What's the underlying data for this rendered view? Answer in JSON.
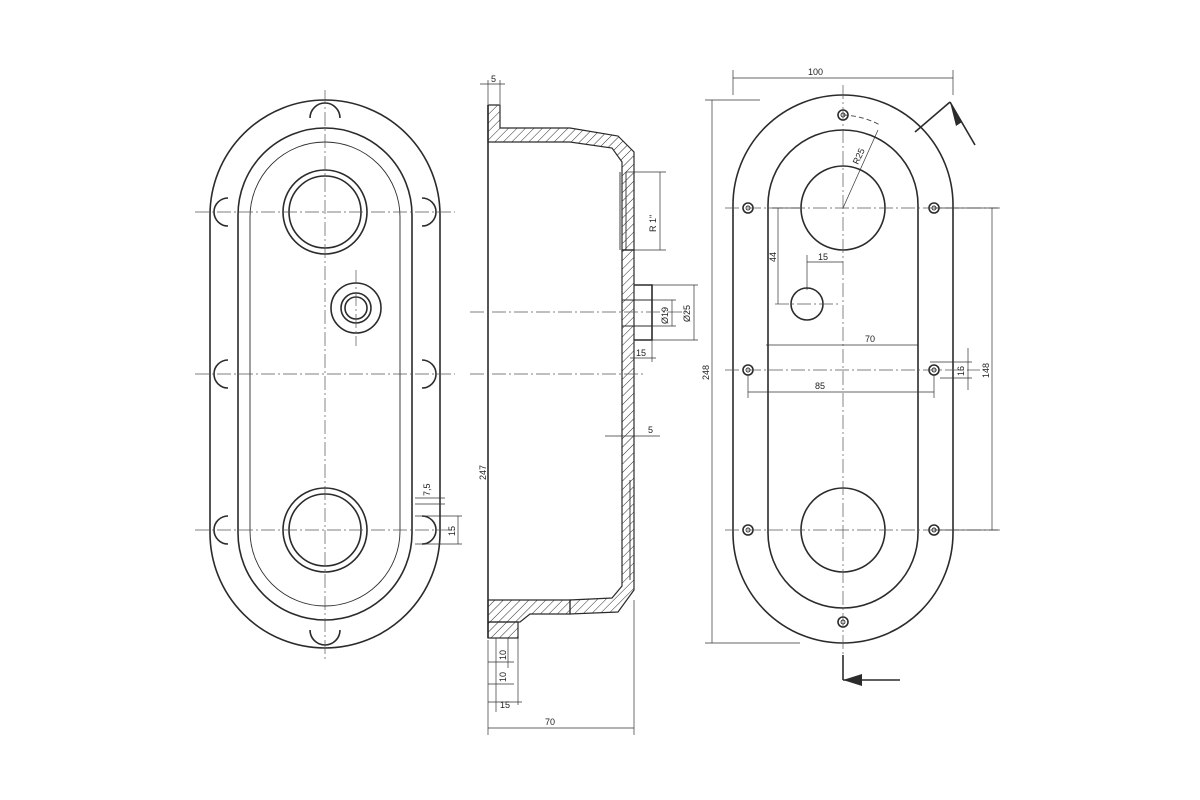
{
  "dimensions": {
    "top_flange": "5",
    "thread": "R 1\"",
    "boss_bore": "Ø19",
    "boss_outer": "Ø25",
    "boss_length": "15",
    "wall": "5",
    "height_side": "247",
    "foot_a": "10",
    "foot_b": "10",
    "foot_c": "15",
    "depth": "70",
    "lug_a": "7,5",
    "lug_b": "15",
    "overall_width": "100",
    "hole_radius": "R25",
    "offset_v": "44",
    "offset_h": "15",
    "hole_span": "70",
    "bolt_span": "85",
    "small_offset": "16",
    "bolt_pitch": "148",
    "overall_height": "248"
  }
}
